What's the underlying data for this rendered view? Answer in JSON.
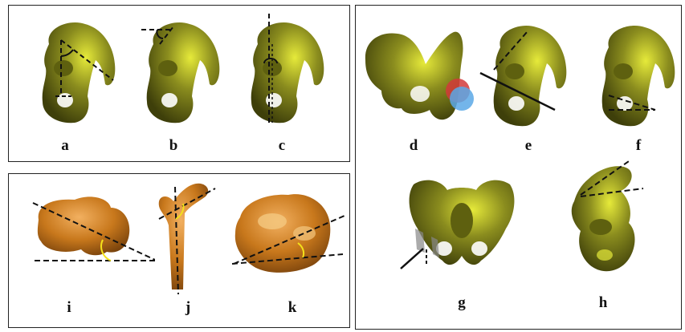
{
  "figure": {
    "labels": {
      "a": "a",
      "b": "b",
      "c": "c",
      "d": "d",
      "e": "e",
      "f": "f",
      "g": "g",
      "h": "h",
      "i": "i",
      "j": "j",
      "k": "k"
    },
    "colors": {
      "pelvis_fill": "#8a8c1e",
      "pelvis_highlight": "#e6ea3a",
      "pelvis_shadow": "#3e3f0a",
      "femur_fill": "#c8781c",
      "femur_highlight": "#f2b060",
      "angle_arc": "#f4e21a",
      "line": "#111111",
      "marker_red": "#d23a3a",
      "marker_blue": "#5aa8e6"
    }
  }
}
